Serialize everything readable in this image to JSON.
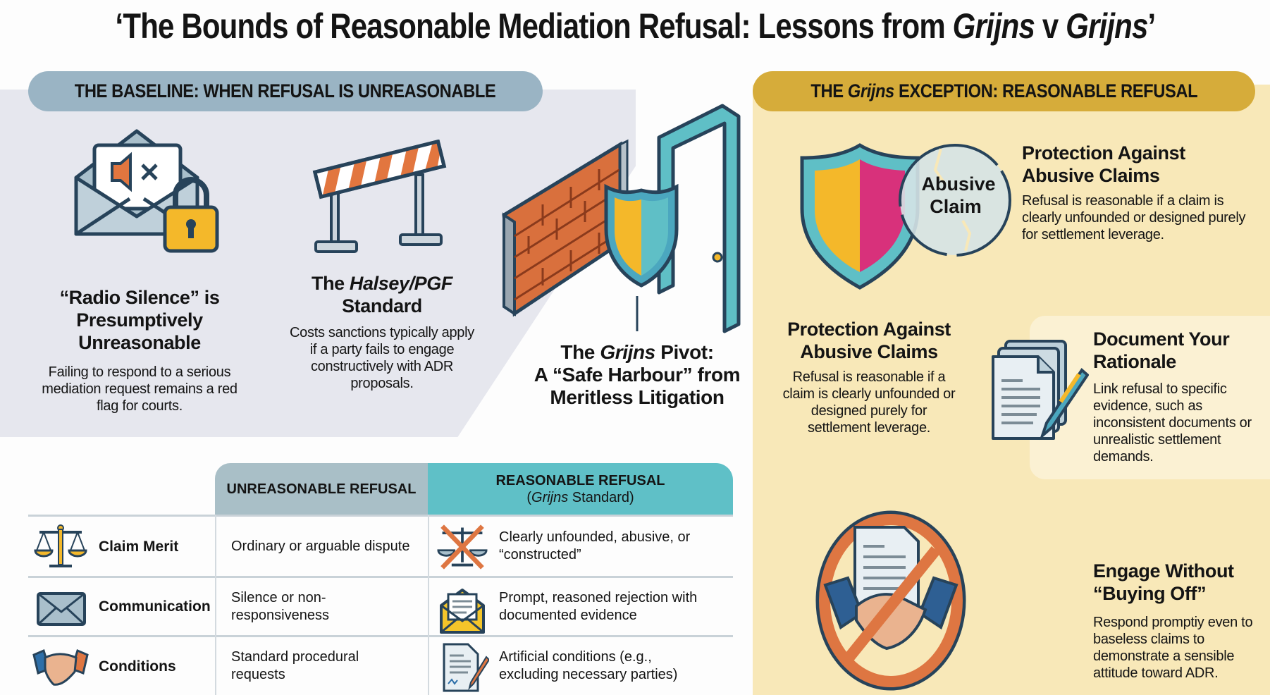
{
  "title": {
    "prefix": "‘The Bounds of Reasonable Mediation Refusal: Lessons from ",
    "case1": "Grijns",
    "v": " v ",
    "case2": "Grijns",
    "suffix": "’"
  },
  "left_section": {
    "pill": "THE BASELINE: WHEN REFUSAL IS UNREASONABLE",
    "color": "#9ab4c4",
    "panel_color": "#e6e7ee",
    "cards": [
      {
        "icon": "envelope-mute-lock-icon",
        "heading": "“Radio Silence” is Presumptively Unreasonable",
        "body": "Failing to respond to a serious mediation request remains a red flag for courts."
      },
      {
        "icon": "barrier-icon",
        "heading_pre": "The ",
        "heading_italic": "Halsey/PGF",
        "heading_post": "Standard",
        "body": "Costs sanctions typically apply if a party fails to engage constructively with ADR proposals."
      }
    ],
    "pivot": {
      "icon": "wall-shield-door-icon",
      "line1_pre": "The ",
      "line1_italic": "Grijns",
      "line1_post": " Pivot:",
      "line2": "A “Safe Harbour” from",
      "line3": "Meritless Litigation"
    }
  },
  "right_section": {
    "pill_pre": "THE ",
    "pill_italic": "Grijns",
    "pill_post": " EXCEPTION: REASONABLE REFUSAL",
    "color": "#d6ac3a",
    "panel_color": "#f8e8b8",
    "badge": "Abusive Claim",
    "cards": [
      {
        "icon": "shield-abusive-claim-icon",
        "heading": "Protection Against Abusive Claims",
        "body": "Refusal is reasonable if a claim is clearly unfounded or designed purely for settlement leverage."
      },
      {
        "heading": "Protection Against Abusive Claims",
        "body": "Refusal is reasonable if a claim is clearly unfounded or designed purely for settlement leverage."
      },
      {
        "icon": "documents-pen-icon",
        "heading": "Document Your Rationale",
        "body": "Link refusal to specific evidence, such as inconsistent documents or unrealistic settlement demands."
      },
      {
        "icon": "no-buying-off-handshake-icon",
        "heading": "Engage Without “Buying Off”",
        "body": "Respond promptiy even to baseless claims to demonstrate a sensible attitude toward ADR."
      }
    ]
  },
  "table": {
    "col_unreasonable": "UNREASONABLE REFUSAL",
    "col_reasonable_line1": "REASONABLE REFUSAL",
    "col_reasonable_pre": "(",
    "col_reasonable_italic": "Grijns",
    "col_reasonable_post": " Standard)",
    "rows": [
      {
        "label": "Claim Merit",
        "icon": "scales-icon",
        "unreasonable": "Ordinary or arguable dispute",
        "reasonable_icon": "crossed-scales-icon",
        "reasonable": "Clearly unfounded, abusive, or “constructed”"
      },
      {
        "label": "Communication",
        "icon": "envelope-icon",
        "unreasonable": "Silence or non-responsiveness",
        "reasonable_icon": "open-letter-icon",
        "reasonable": "Prompt, reasoned rejection with documented evidence"
      },
      {
        "label": "Conditions",
        "icon": "handshake-icon",
        "unreasonable": "Standard procedural requests",
        "reasonable_icon": "signed-document-pen-icon",
        "reasonable": "Artificial conditions (e.g., excluding necessary parties)"
      }
    ]
  }
}
